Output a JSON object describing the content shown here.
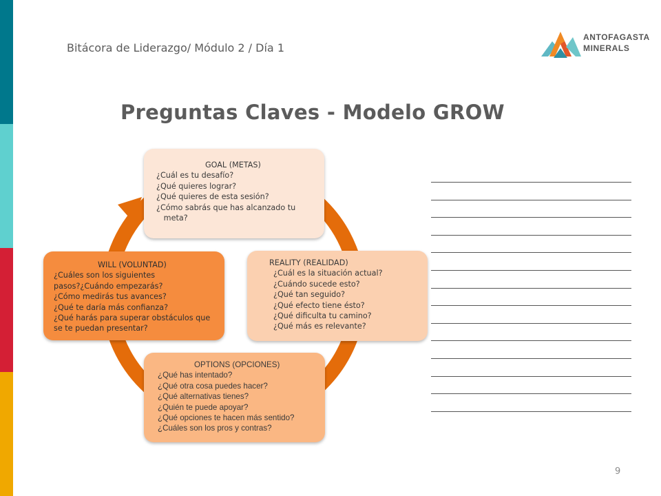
{
  "header": {
    "breadcrumb": "Bitácora de Liderazgo/ Módulo 2 / Día 1",
    "logo_line1": "ANTOFAGASTA",
    "logo_line2": "MINERALS"
  },
  "title": "Preguntas Claves - Modelo GROW",
  "colors": {
    "stripe_teal_dark": "#00788c",
    "stripe_teal_light": "#5fd0cf",
    "stripe_red": "#d41f35",
    "stripe_yellow": "#f0a800",
    "cycle_arrow": "#e46c0a"
  },
  "grow": {
    "goal": {
      "heading": "GOAL (METAS)",
      "lines": [
        "¿Cuál es tu desafío?",
        "¿Qué quieres  lograr?",
        "¿Qué quieres  de esta  sesión?",
        "¿Cómo sabrás que has alcanzado tu",
        "   meta?"
      ]
    },
    "reality": {
      "heading": "REALITY (REALIDAD)",
      "lines": [
        "¿Cuál es la situación  actual?",
        "¿Cuándo sucede  esto?",
        "¿Qué tan seguido?",
        "¿Qué efecto  tiene  ésto?",
        "¿Qué dificulta  tu camino?",
        "¿Qué más es relevante?"
      ]
    },
    "options": {
      "heading": "OPTIONS (OPCIONES)",
      "lines": [
        "¿Qué has intentado?",
        "¿Qué otra cosa puedes hacer?",
        "¿Qué alternativas tienes?",
        "¿Quién te puede apoyar?",
        "¿Qué opciones te hacen más sentido?",
        "¿Cuáles son los pros y contras?"
      ]
    },
    "will": {
      "heading": "WILL (VOLUNTAD)",
      "lines": [
        "¿Cuáles son los siguientes",
        "pasos?¿Cuándo empezarás?",
        "¿Cómo medirás tus avances?",
        "¿Qué te daría más confianza?",
        "¿Qué harás para superar obstáculos  que se te puedan  presentar?"
      ]
    }
  },
  "page_number": "9"
}
